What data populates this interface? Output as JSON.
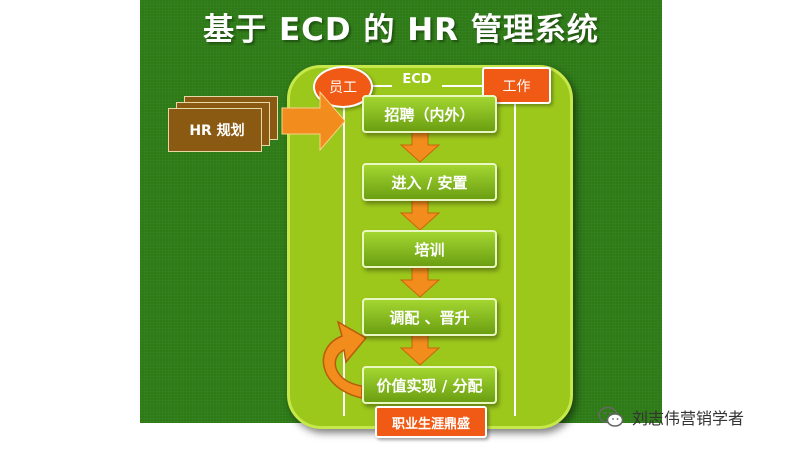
{
  "title": "基于 ECD 的 HR 管理系统",
  "hr_plan": "HR  规划",
  "employee": "员工",
  "ecd": "ECD",
  "work": "工作",
  "steps": [
    "招聘（内外）",
    "进入 / 安置",
    "培训",
    "调配 、晋升",
    "价值实现 / 分配"
  ],
  "career": "职业生涯鼎盛",
  "watermark": "刘志伟营销学者",
  "colors": {
    "slide_bg": "#2d7a16",
    "panel": "#9cc81c",
    "step": "#8bc21f",
    "arrow": "#f28c1c",
    "accent": "#f15a14",
    "doc": "#8a5a12"
  }
}
